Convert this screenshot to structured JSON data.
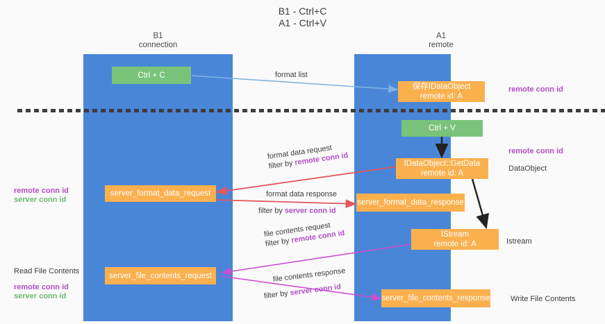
{
  "title": {
    "line1": "B1 - Ctrl+C",
    "line2": "A1 - Ctrl+V"
  },
  "columns": [
    {
      "id": "b1",
      "name": "B1",
      "role": "connection"
    },
    {
      "id": "a1",
      "name": "A1",
      "role": "remote"
    }
  ],
  "colors": {
    "lane": "#4a86d8",
    "node_green": "#79c47a",
    "node_orange": "#fbb04e",
    "arrow_blue": "#7fb3e3",
    "arrow_red": "#e4575c",
    "arrow_magenta": "#cc4fd0",
    "arrow_black": "#222222",
    "text_purple": "#b14fc5",
    "text_green": "#6aba6b",
    "background": "#fafafa",
    "divider": "#3c3c3c"
  },
  "nodes": {
    "ctrl_c": {
      "label": "Ctrl + C",
      "sublabel": ""
    },
    "save_dataobject": {
      "label": "保存IDataObject",
      "sublabel": "remote id: A"
    },
    "ctrl_v": {
      "label": "Ctrl + V",
      "sublabel": ""
    },
    "getdata": {
      "label": "IDataObject::GetData",
      "sublabel": "remote id: A"
    },
    "server_format_data_request": {
      "label": "server_format_data_request",
      "sublabel": ""
    },
    "server_format_data_response": {
      "label": "server_format_data_response",
      "sublabel": ""
    },
    "istream": {
      "label": "IStream",
      "sublabel": "remote id: A"
    },
    "server_file_contents_request": {
      "label": "server_file_contents_request",
      "sublabel": ""
    },
    "server_file_contents_response": {
      "label": "server_file_contents_response",
      "sublabel": ""
    }
  },
  "edge_labels": {
    "format_list": "format list",
    "format_data_request": "format data request",
    "format_data_request_filter_prefix": "filter by ",
    "format_data_request_filter_key": "remote conn id",
    "format_data_response": "format data response",
    "format_data_response_filter_prefix": "filter by ",
    "format_data_response_filter_key": "server conn id",
    "file_contents_request": "file contents request",
    "file_contents_request_filter_prefix": "filter by ",
    "file_contents_request_filter_key": "remote conn id",
    "file_contents_response": "file contents response",
    "file_contents_response_filter_prefix": "filter by ",
    "file_contents_response_filter_key": "server conn id"
  },
  "right_annotations": [
    {
      "id": "remote-conn-id-top",
      "text": "remote conn id",
      "style": "purple"
    },
    {
      "id": "remote-conn-id-mid",
      "text": "remote conn id",
      "style": "purple"
    },
    {
      "id": "dataobject",
      "text": "DataObject",
      "style": "plain"
    },
    {
      "id": "istream",
      "text": "Istream",
      "style": "plain"
    },
    {
      "id": "write-file-contents",
      "text": "Write File Contents",
      "style": "plain"
    }
  ],
  "left_annotations": [
    {
      "id": "mid-remote-conn-id",
      "text": "remote conn id",
      "style": "purple"
    },
    {
      "id": "mid-server-conn-id",
      "text": "server conn id",
      "style": "green"
    },
    {
      "id": "read-file-contents",
      "text": "Read File Contents",
      "style": "plain"
    },
    {
      "id": "bottom-remote-conn-id",
      "text": "remote conn id",
      "style": "purple"
    },
    {
      "id": "bottom-server-conn-id",
      "text": "server conn id",
      "style": "green"
    }
  ]
}
